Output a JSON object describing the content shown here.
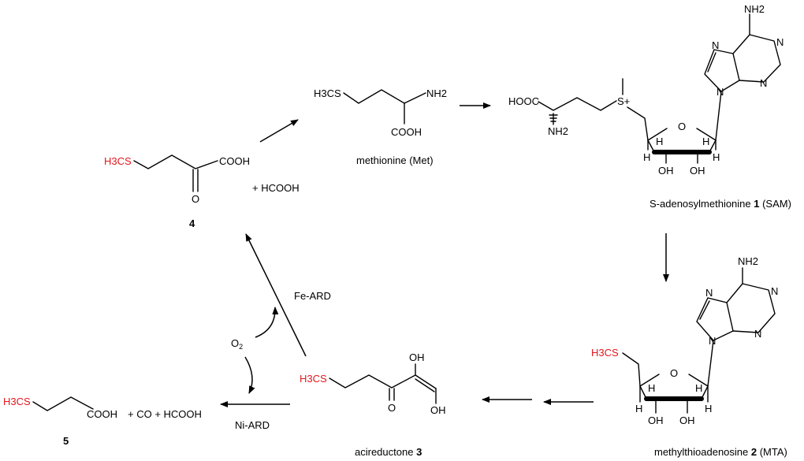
{
  "compounds": {
    "c4": {
      "methyl": "H3CS",
      "acid": "COOH",
      "oxo": "O",
      "number": "4"
    },
    "hcooh_byproduct": "+ HCOOH",
    "met": {
      "methyl": "H3CS",
      "amine": "NH2",
      "acid": "COOH",
      "name": "methionine (Met)"
    },
    "sam": {
      "acid": "HOOC",
      "amine": "NH2",
      "sulfonium": "S+",
      "ring_o": "O",
      "h": "H",
      "oh": "OH",
      "base_amine": "NH2",
      "n": "N",
      "name": "S-adenosylmethionine ",
      "number": "1",
      "abbr": " (SAM)"
    },
    "mta": {
      "methyl": "H3CS",
      "ring_o": "O",
      "h": "H",
      "oh": "OH",
      "base_amine": "NH2",
      "n": "N",
      "name": "methylthioadenosine ",
      "number": "2",
      "abbr": " (MTA)"
    },
    "acireductone": {
      "methyl": "H3CS",
      "oh": "OH",
      "oxo": "O",
      "name": "acireductone ",
      "number": "3"
    },
    "c5": {
      "methyl": "H3CS",
      "acid": "COOH",
      "number": "5"
    },
    "c5_byproducts": "+ CO + HCOOH"
  },
  "reagents": {
    "oxygen": "O2",
    "fe_enzyme": "Fe-ARD",
    "ni_enzyme": "Ni-ARD"
  },
  "colors": {
    "highlight": "#e4161b",
    "ink": "#000000"
  }
}
